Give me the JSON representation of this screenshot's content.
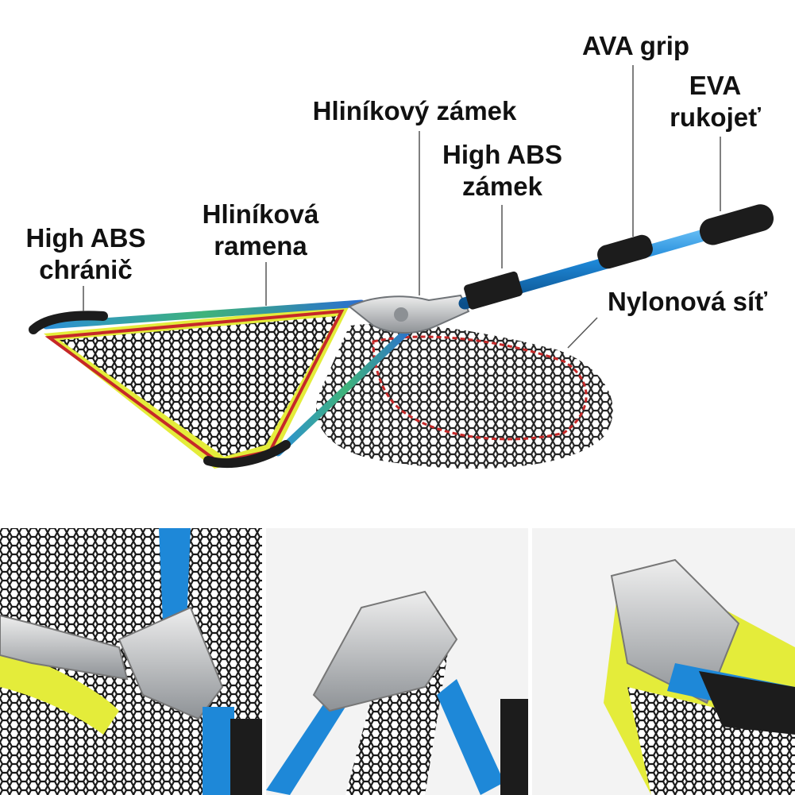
{
  "labels": {
    "chranic": [
      "High ABS",
      "chránič"
    ],
    "ramena": [
      "Hliníková",
      "ramena"
    ],
    "zamek_al": "Hliníkový zámek",
    "zamek_abs": [
      "High ABS",
      "zámek"
    ],
    "grip": "AVA grip",
    "rukojet": [
      "EVA",
      "rukojeť"
    ],
    "sit": "Nylonová síť"
  },
  "colors": {
    "pole_blue": "#1e88d8",
    "net_black": "#1a1a1a",
    "rim_yellow": "#e4ec3a",
    "rim_red": "#c62828",
    "metal": "#b9bcc0",
    "handle": "#1c1c1c"
  }
}
